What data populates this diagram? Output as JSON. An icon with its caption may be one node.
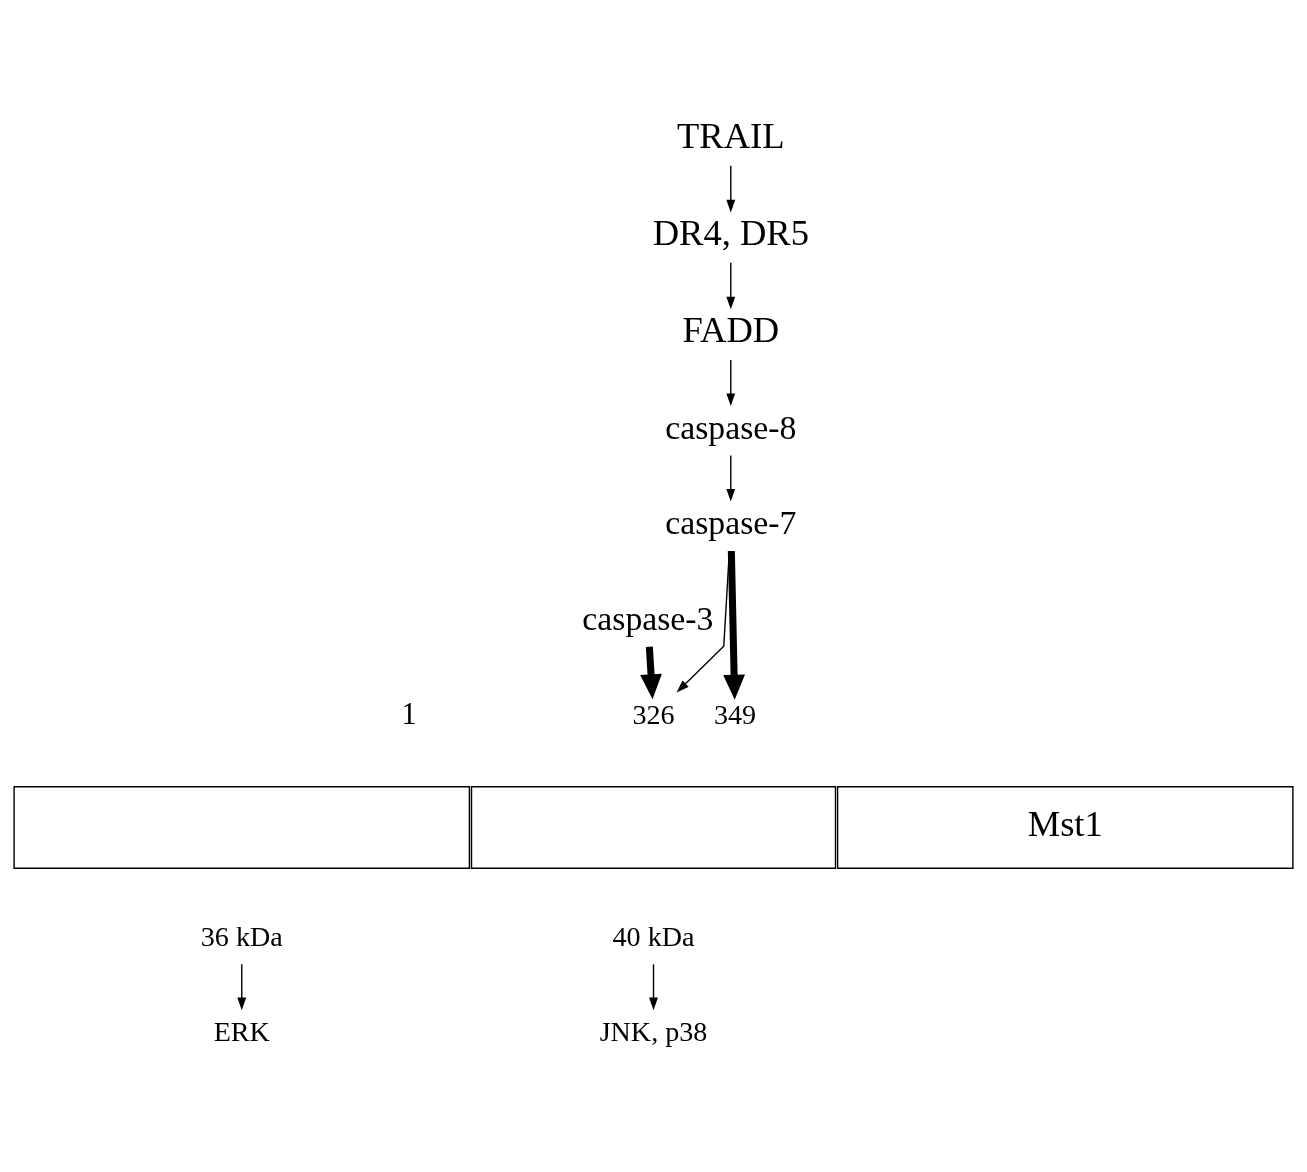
{
  "diagram": {
    "nodes": [
      {
        "text": [
          "TRAIL"
        ]
      },
      {
        "text": [
          "DR4, DR5"
        ]
      },
      {
        "text": [
          "FADD"
        ]
      },
      {
        "text": [
          "caspase-8"
        ]
      },
      {
        "text": [
          "caspase-7"
        ]
      },
      {
        "text": [
          "caspase-3"
        ]
      },
      {
        "text": [
          "326"
        ]
      },
      {
        "text": [
          "349"
        ]
      },
      {
        "text": [],
        "shape": "box"
      },
      {
        "text": [],
        "shape": "box"
      },
      {
        "text": [
          "Mst1"
        ]
      },
      {
        "text": [
          "36 kDa"
        ]
      },
      {
        "text": [
          "40 kDa"
        ]
      },
      {
        "text": [
          "ERK"
        ]
      },
      {
        "text": [
          "JNK, p38"
        ]
      }
    ],
    "edges": [
      {
        "from": 0,
        "to": 1,
        "arrow": "to"
      },
      {
        "from": 1,
        "to": 2,
        "arrow": "to"
      },
      {
        "from": 2,
        "to": 3,
        "arrow": "to"
      },
      {
        "from": 3,
        "to": 4,
        "arrow": "to"
      },
      {
        "from": 4,
        "to": 6,
        "arrow": "to"
      },
      {
        "from": 4,
        "to": 7,
        "arrow": "to",
        "style": "thick"
      },
      {
        "from": 5,
        "to": 6,
        "arrow": "to",
        "style": "thick"
      },
      {
        "from": 11,
        "to": 13,
        "arrow": "to"
      },
      {
        "from": 12,
        "to": 14,
        "arrow": "to"
      }
    ],
    "labels": [
      "1"
    ]
  }
}
